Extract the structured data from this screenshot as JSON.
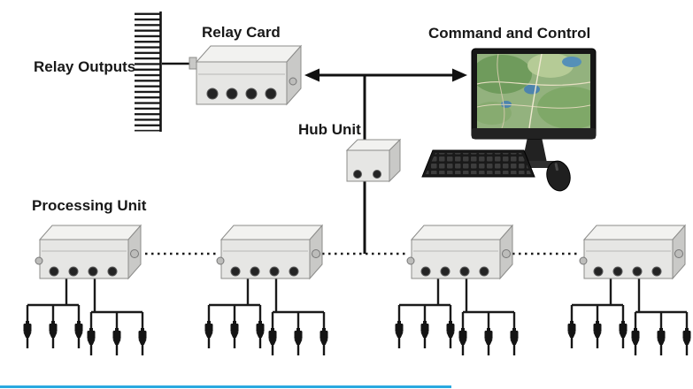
{
  "diagram": {
    "labels": {
      "relay_outputs": "Relay Outputs",
      "relay_card": "Relay Card",
      "command_and_control": "Command and Control",
      "hub_unit": "Hub Unit",
      "processing_unit": "Processing Unit"
    },
    "counts": {
      "relay_output_lines": 22,
      "processing_units": 4,
      "sensors_per_processing_unit": 6,
      "relay_card_connectors": 4,
      "hub_unit_connectors": 2
    },
    "colors": {
      "wire": "#1a1a1a",
      "device_front": "#e6e6e4",
      "device_top": "#f2f2f0",
      "device_side": "#c9c9c7",
      "connector_dark": "#242424",
      "map_green": "#93b27e",
      "bottom_accent_blue": "#2aa9e0"
    }
  }
}
